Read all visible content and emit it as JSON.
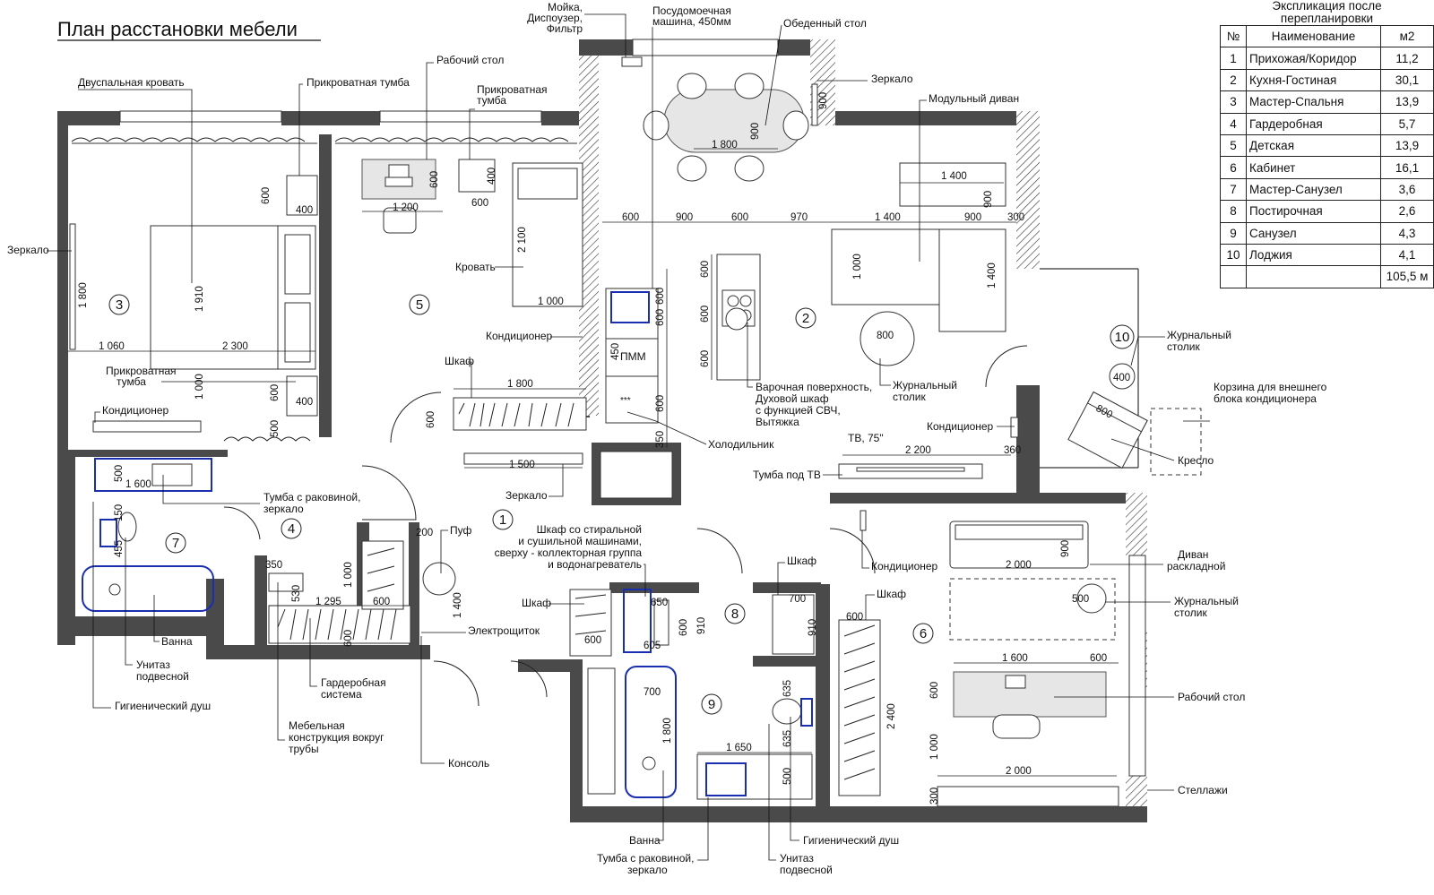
{
  "title": "План расстановки мебели",
  "explication": {
    "title_line1": "Экспликация после",
    "title_line2": "перепланировки",
    "headers": [
      "№",
      "Наименование",
      "м2"
    ],
    "rows": [
      {
        "n": "1",
        "name": "Прихожая/Коридор",
        "area": "11,2"
      },
      {
        "n": "2",
        "name": "Кухня-Гостиная",
        "area": "30,1"
      },
      {
        "n": "3",
        "name": "Мастер-Спальня",
        "area": "13,9"
      },
      {
        "n": "4",
        "name": "Гардеробная",
        "area": "5,7"
      },
      {
        "n": "5",
        "name": "Детская",
        "area": "13,9"
      },
      {
        "n": "6",
        "name": "Кабинет",
        "area": "16,1"
      },
      {
        "n": "7",
        "name": "Мастер-Санузел",
        "area": "3,6"
      },
      {
        "n": "8",
        "name": "Постирочная",
        "area": "2,6"
      },
      {
        "n": "9",
        "name": "Санузел",
        "area": "4,3"
      },
      {
        "n": "10",
        "name": "Лоджия",
        "area": "4,1"
      }
    ],
    "total": "105,5 м"
  },
  "rooms": [
    "1",
    "2",
    "3",
    "4",
    "5",
    "6",
    "7",
    "8",
    "9",
    "10"
  ],
  "labels": {
    "sink": [
      "Мойка,",
      "Диспоузер,",
      "Фильтр"
    ],
    "dishwasher": [
      "Посудомоечная",
      "машина, 450мм"
    ],
    "dining_table": "Обеденный стол",
    "double_bed": "Двуспальная кровать",
    "bedside_table_top": "Прикроватная тумба",
    "desk_kids": "Рабочий стол",
    "bedside_table_kids": [
      "Прикроватная",
      "тумба"
    ],
    "mirror_top": "Зеркало",
    "modular_sofa": "Модульный диван",
    "mirror_left": "Зеркало",
    "bed": "Кровать",
    "ac_kids": "Кондиционер",
    "wardrobe_kids": "Шкаф",
    "bedside_table_master": [
      "Прикроватная",
      "тумба"
    ],
    "ac_master": "Кондиционер",
    "hob": [
      "Варочная поверхность,",
      "Духовой шкаф",
      "с функцией СВЧ,",
      "Вытяжка"
    ],
    "coffee_table_living": [
      "Журнальный",
      "столик"
    ],
    "coffee_table_loggia": [
      "Журнальный",
      "столик"
    ],
    "basket": [
      "Корзина для внешнего",
      "блока кондиционера"
    ],
    "armchair": "Кресло",
    "ac_living": "Кондиционер",
    "fridge": "Холодильник",
    "tv": "ТВ, 75\"",
    "tv_stand": "Тумба под ТВ",
    "mirror_hall": "Зеркало",
    "vanity_master": [
      "Тумба с раковиной,",
      "зеркало"
    ],
    "washer_cabinet": [
      "Шкаф со стиральной",
      "и сушильной машинами,",
      "сверху - коллекторная группа",
      "и водонагреватель"
    ],
    "pouf": "Пуф",
    "wardrobe_hall": "Шкаф",
    "wardrobe_laundry": "Шкаф",
    "ac_study": "Кондиционер",
    "wardrobe_study": "Шкаф",
    "sofa_bed": [
      "Диван",
      "раскладной"
    ],
    "coffee_table_study": [
      "Журнальный",
      "столик"
    ],
    "panel": "Электрощиток",
    "bathtub_master": "Ванна",
    "toilet_master": [
      "Унитаз",
      "подвесной"
    ],
    "shower_master": "Гигиенический душ",
    "wardrobe_system": [
      "Гардеробная",
      "система"
    ],
    "pipe_box": [
      "Мебельная",
      "конструкция вокруг",
      "трубы"
    ],
    "console": "Консоль",
    "desk_study": "Рабочий стол",
    "shelves": "Стеллажи",
    "bathtub": "Ванна",
    "vanity": [
      "Тумба с раковиной,",
      "зеркало"
    ],
    "shower": "Гигиенический душ",
    "toilet": [
      "Унитаз",
      "подвесной"
    ],
    "dishwasher_tag": "ПММ"
  },
  "dimensions": {
    "dining_1800": "1 800",
    "dining_900": "900",
    "mirror_900": "900",
    "sofa_1400": "1 400",
    "sofa_900": "900",
    "sofa_1000": "1 000",
    "sofa_1400b": "1 400",
    "row_600a": "600",
    "row_900": "900",
    "row_600b": "600",
    "row_970": "970",
    "row_1400": "1 400",
    "row_900b": "900",
    "row_300": "300",
    "k_600a": "600",
    "k_600b": "600",
    "k_600c": "600",
    "kk_600a": "600",
    "kk_600b": "600",
    "kk_450": "450",
    "kk_600c": "600",
    "kk_350": "350",
    "coffee_800": "800",
    "loggia_400": "400",
    "armchair_800": "800",
    "tv_2200": "2 200",
    "tv_360": "360",
    "desk_1200": "1 200",
    "desk_600": "600",
    "bt_600": "600",
    "bt_400": "400",
    "bed_2100": "2 100",
    "bed_1000": "1 000",
    "ward_1800": "1 800",
    "ward_600": "600",
    "bench_1500": "1 500",
    "m_600": "600",
    "m_400": "400",
    "m_1800": "1 800",
    "m_1910": "1 910",
    "m_1060": "1 060",
    "m_2300": "2 300",
    "m_600b": "600",
    "m_400b": "400",
    "m_1000": "1 000",
    "m_500": "500",
    "b7_500": "500",
    "b7_1600": "1 600",
    "b7_150": "150",
    "b7_455": "455",
    "w_350": "350",
    "w_530": "530",
    "w_1000": "1 000",
    "w_1295": "1 295",
    "w_600": "600",
    "w_600b": "600",
    "pouf_200": "200",
    "hall_1400": "1 400",
    "l_650": "650",
    "l_600": "600",
    "l_910": "910",
    "l_605": "605",
    "l_600b": "600",
    "c_700": "700",
    "c_910": "910",
    "b9_700": "700",
    "b9_1800": "1 800",
    "b9_1650": "1 650",
    "b9_635": "635",
    "b9_635b": "635",
    "b9_500": "500",
    "s_900": "900",
    "s_2000": "2 000",
    "s_500": "500",
    "s_600": "600",
    "s_1600": "1 600",
    "s_600b": "600",
    "s_600c": "600",
    "s_1000": "1 000",
    "s_2400": "2 400",
    "s_2000b": "2 000",
    "s_300": "300"
  }
}
